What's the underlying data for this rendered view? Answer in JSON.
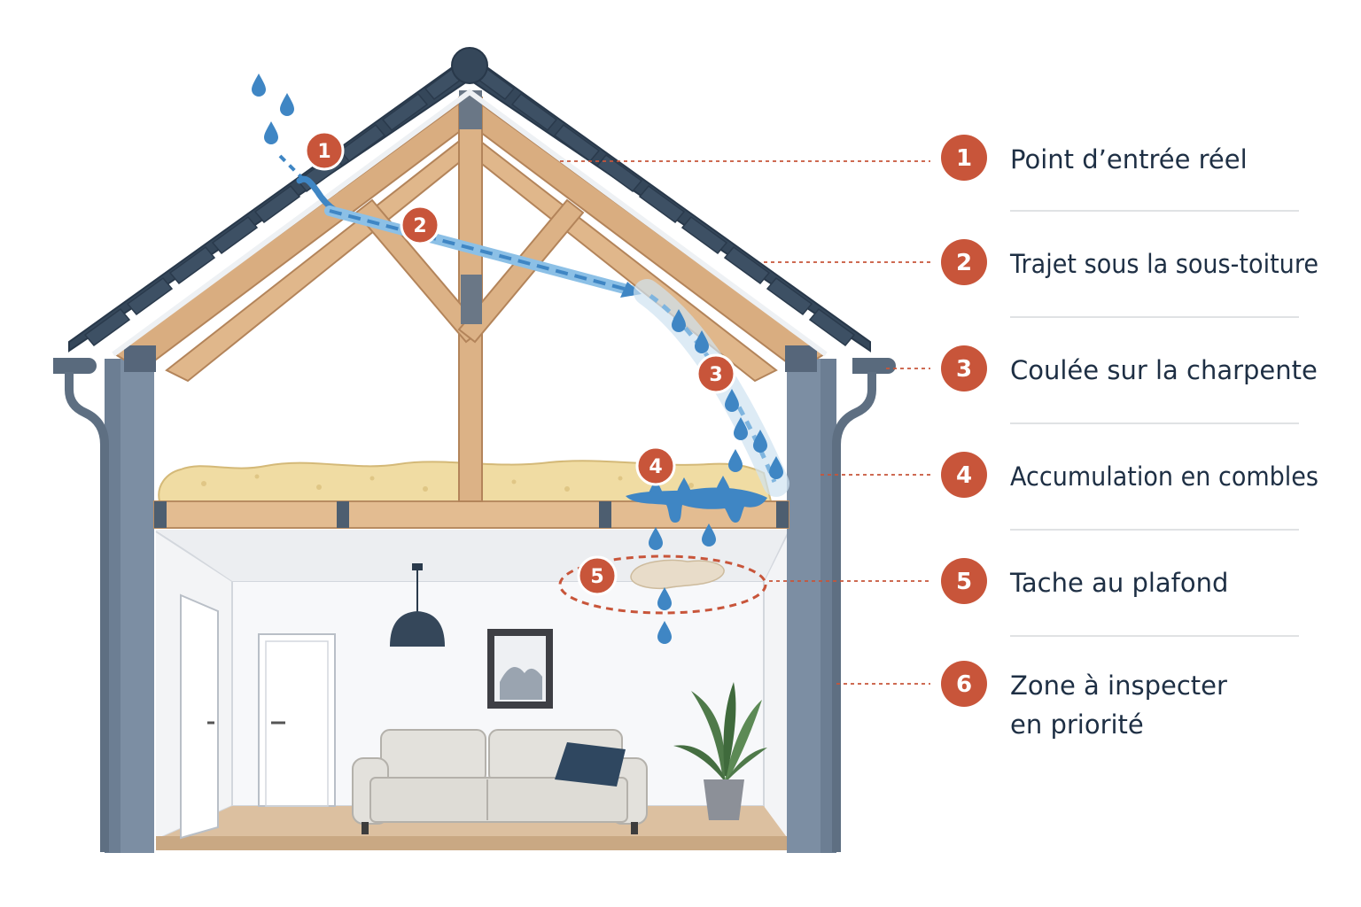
{
  "colors": {
    "accent": "#c8553a",
    "water": "#3f86c4",
    "roof": "#35475a",
    "wood": "#d9ad80",
    "wall": "#6c7e93",
    "text": "#1e2f44"
  },
  "markers": [
    "1",
    "2",
    "3",
    "4",
    "5"
  ],
  "legend": [
    {
      "num": "1",
      "label": "Point d’entrée réel"
    },
    {
      "num": "2",
      "label": "Trajet sous la sous-toiture"
    },
    {
      "num": "3",
      "label": "Coulée sur la charpente"
    },
    {
      "num": "4",
      "label": "Accumulation en combles"
    },
    {
      "num": "5",
      "label": "Tache au plafond"
    },
    {
      "num": "6",
      "label": "Zone à inspecter",
      "label2": "en priorité"
    }
  ]
}
